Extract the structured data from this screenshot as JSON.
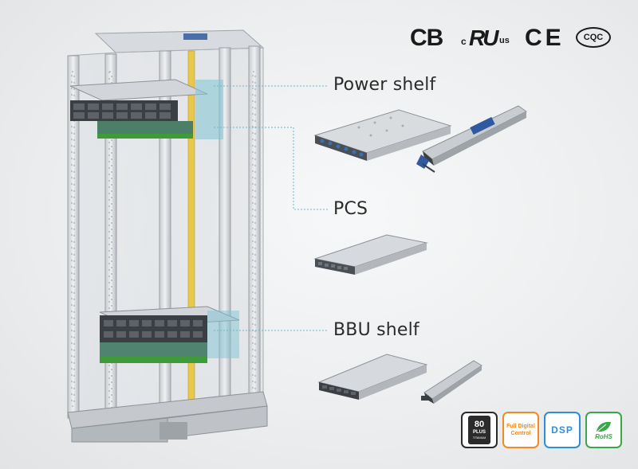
{
  "certifications": {
    "cb": "CB",
    "ul_c": "c",
    "ul_mark": "RU",
    "ul_us": "us",
    "ce": "CE",
    "cqc": "CQC"
  },
  "callouts": {
    "power_shelf": "Power shelf",
    "pcs": "PCS",
    "bbu_shelf": "BBU shelf"
  },
  "badges": {
    "plus80": {
      "top": "80",
      "middle": "PLUS",
      "bottom": "TITANIUM"
    },
    "digital": {
      "line1": "Full Digital",
      "line2": "Control"
    },
    "dsp": "DSP",
    "rohs": "RoHS"
  },
  "colors": {
    "callout_line": "#6fb6c9",
    "digital_accent": "#f08a24",
    "dsp_accent": "#2f8fd6",
    "rohs_accent": "#3aa84a"
  }
}
